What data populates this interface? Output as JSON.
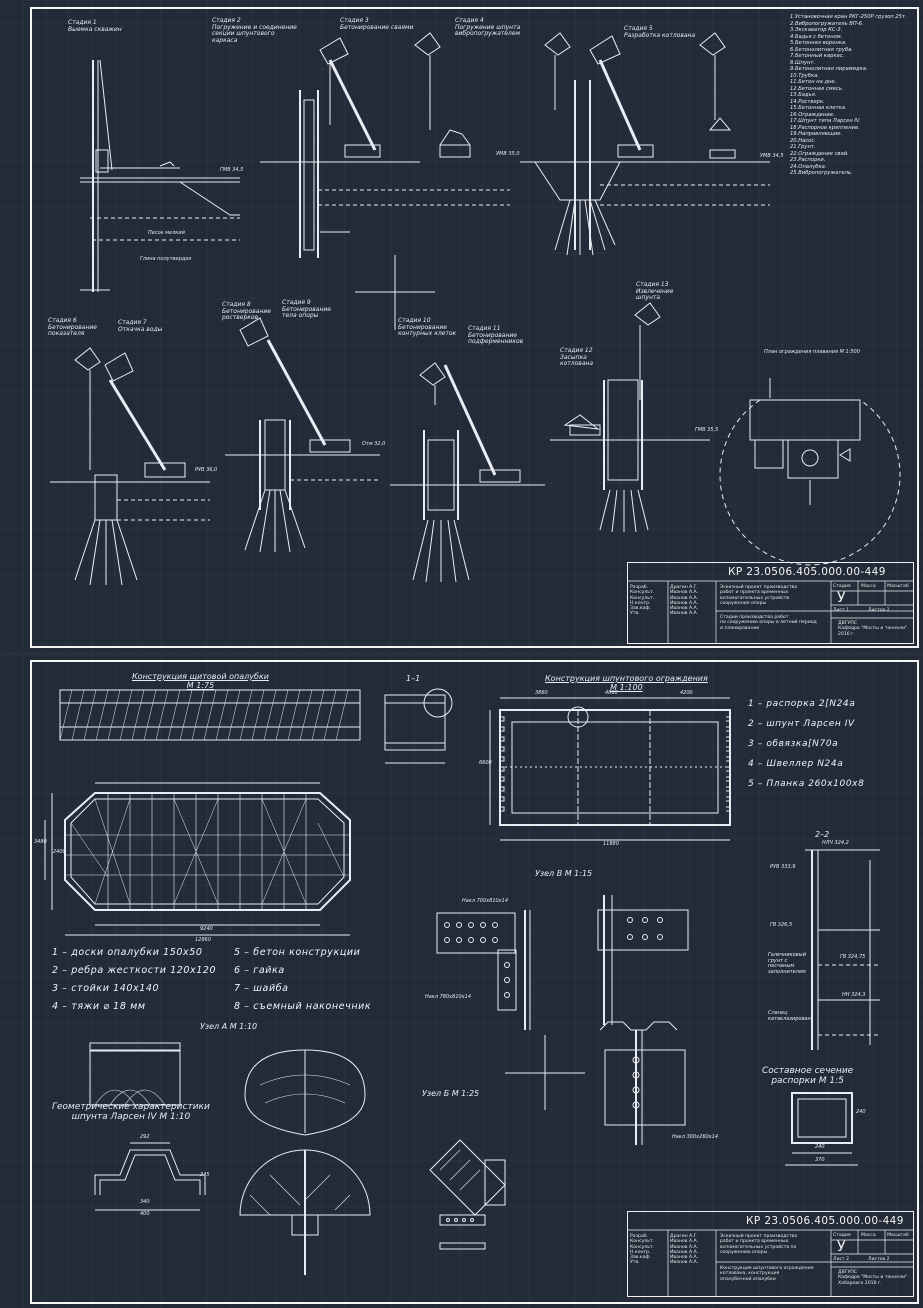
{
  "sheet1": {
    "stages_top": [
      "Стадия 1\nВыемка скважин",
      "Стадия 2\nПогружение и соединение\nсекции шпунтового\nкаркаса",
      "Стадия 3\nБетонирование сваями",
      "Стадия 4\nПогружение шпунта\nвибропогружателем",
      "Стадия 5\nРазработка котлована"
    ],
    "stages_mid": [
      "Стадия 6\nБетонирование\nпоказателя",
      "Стадия 7\nОткачка воды",
      "Стадия 8\nБетонирование\nростверков",
      "Стадия 9\nБетонирование\nтела опоры",
      "Стадия 10\nБетонирование\nконтурных клеток",
      "Стадия 11\nБетонирование\nподферменников",
      "Стадия 12\nЗасыпка\nкотлована",
      "Стадия 13\nИзвлечение\nшпунта"
    ],
    "ground_labels": [
      "Песок мелкий",
      "Глина полутвердая"
    ],
    "elev_labels": [
      "ГМВ 34,5",
      "УМВ 35,0",
      "УМВ 34,5",
      "РУВ 36,0",
      "ГМВ 35,5",
      "Отм 32,0"
    ],
    "notes": "1.Установочная кран РКГ-250Р грузоп.25т.\n2.Вибропогружатель ВП-6.\n3.Экскаватор КС-3.\n4.Бадья с бетоном.\n5.Бетонная воронка.\n6.Бетонолитная труба.\n7.Бетонный каркас.\n8.Шпунт.\n9.Бетонолитная пирамидка.\n10.Трубка.\n11.Бетон на дне.\n12.Бетонная смесь.\n13.Бадья.\n14.Ростверк.\n15.Бетонная клетка.\n16.Ограждение.\n17.Шпунт типа Ларсен IV.\n18.Распорное крепление.\n19.Направляющие.\n20.Насос.\n21.Грунт.\n22.Ограждение свай.\n23.Распорки.\n24.Опалубка.\n25.Вибропогружатель.",
    "plan_title": "План ограждения плавания М 1:500",
    "stamp": {
      "code": "КР 23.0506.405.000.00-449",
      "title": "Эскизный проект производства\nработ и проекта временных\nвспомогательных устройств\nсооружения опоры",
      "subtitle": "Стадии производства работ\nпо сооружению опоры в летний период\nи планирование",
      "org": "ДВГУПС\nКафедра \"Мосты и тоннели\"\n2016 г.",
      "letter": "У",
      "sheet_label": "Лист 1",
      "sheets_label": "Листов 2",
      "head_cells": [
        "Стадия",
        "Масса",
        "Масштаб"
      ],
      "roles": "Разраб.\nКонсульт.\nКонсульт.\nН.контр.\nЗав.каф.\nУтв.",
      "names": "Драгин А.Г.\nИванов А.А.\nИванов А.А.\nИванов А.А.\nИванов А.А.\nИванов А.А."
    }
  },
  "sheet2": {
    "formwork_title": "Конструкция щитовой опалубки\nМ 1:75",
    "section_title": "1–1",
    "sheetpile_title": "Конструкция шпунтового ограждения\nМ 1:100",
    "node_b_title": "Узел В М 1:15",
    "node_a_title": "Узел А М 1:10",
    "node_b2_title": "Узел Б М 1:25",
    "geom_title": "Геометрические характеристики\nшпунта Ларсен IV М 1:10",
    "strut_title": "Составное сечение\nраспорки М 1:5",
    "section22_title": "2–2",
    "dims_formwork": [
      "12860",
      "9240",
      "3480",
      "2400"
    ],
    "dims_sheetpile": [
      "11880",
      "4200",
      "4860",
      "3860",
      "6600"
    ],
    "dims_strut": [
      "240",
      "240",
      "370"
    ],
    "dims_geom": [
      "292",
      "340",
      "345",
      "400"
    ],
    "section22_labels": [
      "НЛЧ 324,2",
      "РУВ 333,9",
      "ГВ 326,5",
      "Галечниковый\nгрунт с\nпесчаным\nзаполнителем",
      "ГВ 324,75",
      "НН 324,3",
      "Сланец\nкатаклазирован"
    ],
    "legend_left": [
      "1 – доски опалубки 150х50",
      "2 – ребра жесткости 120х120",
      "3 – стойки 140х140",
      "4 – тяжи ⌀ 18 мм",
      "5 – бетон конструкции",
      "6 – гайка",
      "7 – шайба",
      "8 – съемный наконечник"
    ],
    "legend_right": [
      "1 – распорка 2[N24a",
      "2 – шпунт Ларсен IV",
      "3 – обвязка[N70a",
      "4 – Швеллер N24a",
      "5 – Планка 260х100х8"
    ],
    "node_labels": [
      "Накл 700х810х14",
      "Накл 780х810х14",
      "Накл 300х260х14"
    ],
    "stamp": {
      "code": "КР 23.0506.405.000.00-449",
      "title": "Эскизный проект производства\nработ и проекта временных\nвспомогательных устройств по\nсооружению опоры",
      "subtitle": "Конструкция шпунтового ограждения\nкотлована, конструкция\nопалубочной опалубки",
      "org": "ДВГУПС\nКафедра \"Мосты и тоннели\"\nХабаровск 2016 г.",
      "letter": "У",
      "sheet_label": "Лист 2",
      "sheets_label": "Листов 2",
      "head_cells": [
        "Стадия",
        "Масса",
        "Масштаб"
      ],
      "roles": "Разраб.\nКонсульт.\nКонсульт.\nН.контр.\nЗав.каф.\nУтв.",
      "names": "Драгин А.Г.\nИванов А.А.\nИванов А.А.\nИванов А.А.\nИванов А.А.\nИванов А.А."
    }
  }
}
